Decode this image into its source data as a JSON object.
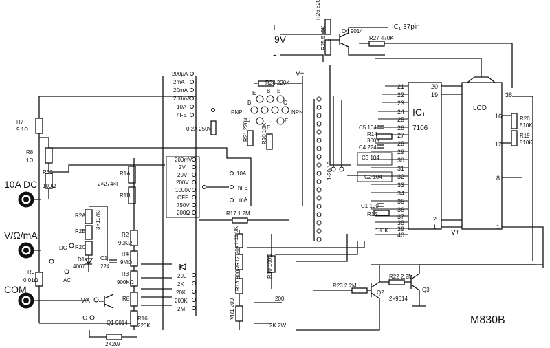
{
  "model": "M830B",
  "terminals": {
    "t10a": "10A DC",
    "vohm": "V/Ω/mA",
    "com": "COM"
  },
  "power": {
    "plus": "+",
    "minus": "-",
    "batt": "9V",
    "vplus_top": "V+",
    "vplus_ic": "V+"
  },
  "transistor_q4": {
    "label": "Q4 9014",
    "pin_note": "IC₁ 37pin"
  },
  "resistors": {
    "r26": "R26 820K",
    "r25": "R25 510K",
    "r27": "R27 470K",
    "r7a": "R7",
    "r7b": "9.1Ω",
    "r8a": "R8",
    "r8b": "1Ω",
    "r33a": "R33",
    "r33b": "100Ω",
    "r0a": "R0",
    "r0b": "0.01Ω",
    "r1a": "R1A",
    "r1a_val": "2×274×F",
    "r1b": "R1B",
    "r2a": "R2A",
    "r2b": "R2B",
    "r2c": "R2C",
    "r2c_val": "3×117KF",
    "r2": "R2",
    "r2_val": "90KΩ",
    "r4": "R4",
    "r4_val": "9MΩ",
    "r3": "R3",
    "r3_val": "900KΩ",
    "r8t": "R8",
    "r16": "R16",
    "r16_val": "220K",
    "r21": "R21 220K",
    "r20": "R20 10K",
    "r24": "R24 220K",
    "r17": "R17 1.2M",
    "r11": "R11 9K",
    "r12": "R12 20K",
    "r13": "R13 900Ω",
    "vr1": "VR1 200",
    "r10": "R10 100Ω",
    "r14": "R14",
    "r14_val": "300K",
    "r15": "R15",
    "r15_val": "180K",
    "r23": "R23 2.2M",
    "r22": "R22 2.2M",
    "r20b": "R20",
    "r20b_val": "510K",
    "r19": "R19",
    "r19_val": "510K",
    "r2k": "2K",
    "r2k2w": "2K2W"
  },
  "capacitors": {
    "c1": "C1",
    "c1_val": "224",
    "c5": "C5 104",
    "c4": "C4 224",
    "c3": "C3 104",
    "c2": "C2 104",
    "c1b": "C1 100"
  },
  "diode": {
    "label": "D1",
    "part": "4007"
  },
  "fuse": "0.2A 250V",
  "q1": "Q1 9014",
  "q2": "Q2",
  "q3": "Q3",
  "q23": "2×9014",
  "hfe_socket": {
    "pnp": "PNP",
    "npn": "NPN",
    "e": "E",
    "b": "B",
    "c": "C"
  },
  "ranges_top": [
    "200μA",
    "2mA",
    "20mA",
    "200mA",
    "10A",
    "hFE"
  ],
  "ranges_mid": [
    "200mV",
    "2V",
    "20V",
    "200V",
    "1000V",
    "OFF",
    "750V",
    "200Ω"
  ],
  "ranges_bot": [
    "200",
    "2K",
    "20K",
    "200K",
    "2M"
  ],
  "mode_labels": {
    "m10a": "10A",
    "hfe": "hFE",
    "ma": "mA",
    "dc": "DC",
    "ac": "AC",
    "va": "V/A",
    "ohm": "Ω"
  },
  "small_notes": {
    "ratio": "1-20/10",
    "two_hundred": "200",
    "two_k_left": "2K",
    "two_k_two_w": "2K 2W"
  },
  "ic1": {
    "name": "IC₁",
    "part": "7106",
    "left_pins": [
      "21",
      "22",
      "23",
      "24",
      "25",
      "26",
      "27",
      "28",
      "29",
      "30",
      "31",
      "32",
      "33",
      "34",
      "35",
      "36",
      "37",
      "38",
      "39",
      "40"
    ],
    "right_pins": [
      "20",
      "19",
      "2",
      "1"
    ]
  },
  "lcd": {
    "name": "LCD",
    "pins": [
      "38",
      "16",
      "12",
      "8",
      "1"
    ]
  }
}
